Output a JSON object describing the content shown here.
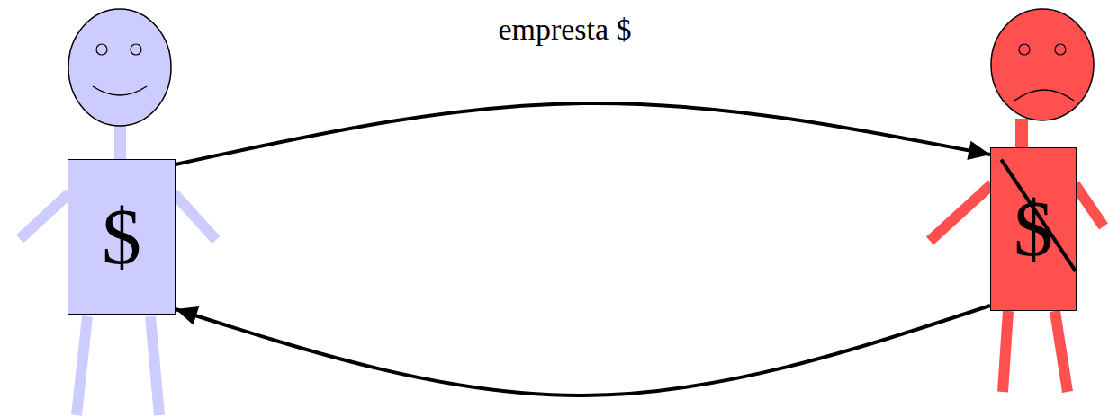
{
  "diagram": {
    "nodes": [
      {
        "text": [
          "$"
        ]
      },
      {
        "text": [
          "$"
        ]
      }
    ],
    "edges": [
      {
        "from": 0,
        "to": 1,
        "arrow": "to",
        "label": "empresta $"
      },
      {
        "from": 1,
        "to": 0,
        "arrow": "to"
      }
    ]
  }
}
